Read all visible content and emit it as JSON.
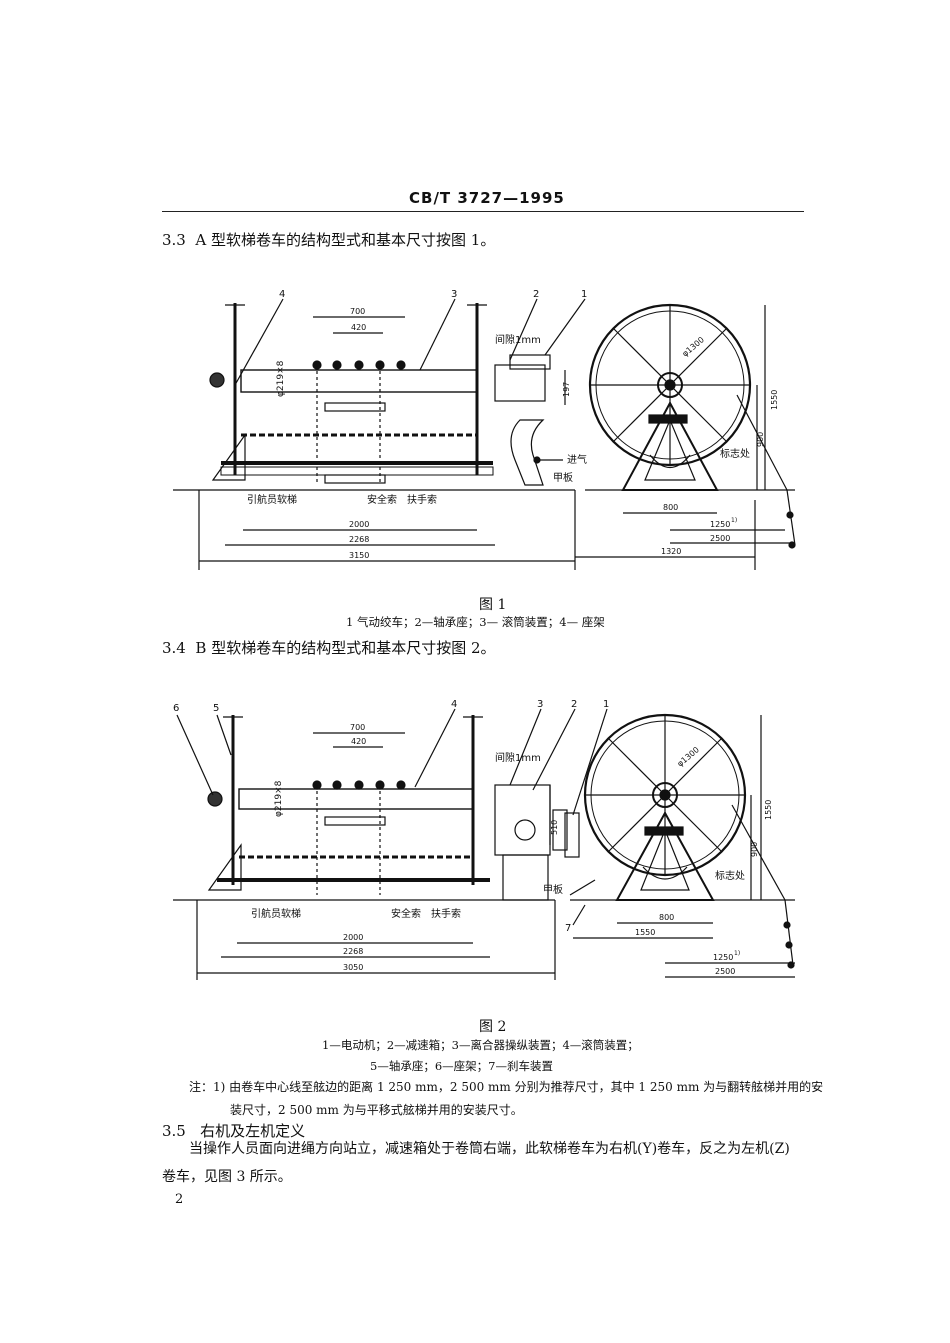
{
  "header": {
    "code": "CB/T 3727—1995"
  },
  "sections": [
    {
      "num": "3.3",
      "text": "A 型软梯卷车的结构型式和基本尺寸按图 1。"
    },
    {
      "num": "3.4",
      "text": "B 型软梯卷车的结构型式和基本尺寸按图 2。"
    },
    {
      "num": "3.5",
      "text": "右机及左机定义"
    }
  ],
  "figure1": {
    "caption": "图 1",
    "legend": "1  气动绞车；2—轴承座；3— 滚筒装置；4— 座架",
    "callouts": [
      "1",
      "2",
      "3",
      "4"
    ],
    "labels": {
      "gap": "间隙1mm",
      "pipe": "φ219×8",
      "air": "进气",
      "deck": "甲板",
      "ladder": "引航员软梯",
      "safety": "安全索",
      "handrail": "扶手索",
      "mark": "标志处",
      "dia": "φ1300"
    },
    "dims": {
      "d700": "700",
      "d420": "420",
      "d197": "197",
      "d1550": "1550",
      "d900": "900",
      "d800": "800",
      "d1250": "1250",
      "d2500": "2500",
      "d1320": "1320",
      "d2000": "2000",
      "d2268": "2268",
      "d3150": "3150",
      "sup": "1)"
    }
  },
  "figure2": {
    "caption": "图 2",
    "legend_line1": "1—电动机；2—减速箱；3—离合器操纵装置；4—滚筒装置；",
    "legend_line2": "5—轴承座；6—座架；7—刹车装置",
    "callouts": [
      "1",
      "2",
      "3",
      "4",
      "5",
      "6",
      "7"
    ],
    "labels": {
      "gap": "间隙1mm",
      "pipe": "φ219×8",
      "deck": "甲板",
      "ladder": "引航员软梯",
      "safety": "安全索",
      "handrail": "扶手索",
      "mark": "标志处",
      "dia": "φ1300"
    },
    "dims": {
      "d700": "700",
      "d420": "420",
      "d510": "510",
      "d1550": "1550",
      "d900": "900",
      "d800": "800",
      "d1550b": "1550",
      "d1250": "1250",
      "d2500": "2500",
      "d2000": "2000",
      "d2268": "2268",
      "d3050": "3050",
      "sup": "1)"
    }
  },
  "note": {
    "line1": "注：1) 由卷车中心线至舷边的距离 1 250 mm，2 500 mm 分别为推荐尺寸，其中 1 250 mm 为与翻转舷梯并用的安",
    "line2": "装尺寸，2 500 mm 为与平移式舷梯并用的安装尺寸。"
  },
  "paragraph": {
    "line1": "当操作人员面向进绳方向站立，减速箱处于卷筒右端，此软梯卷车为右机(Y)卷车，反之为左机(Z)",
    "line2": "卷车，见图 3 所示。"
  },
  "page_number": "2"
}
